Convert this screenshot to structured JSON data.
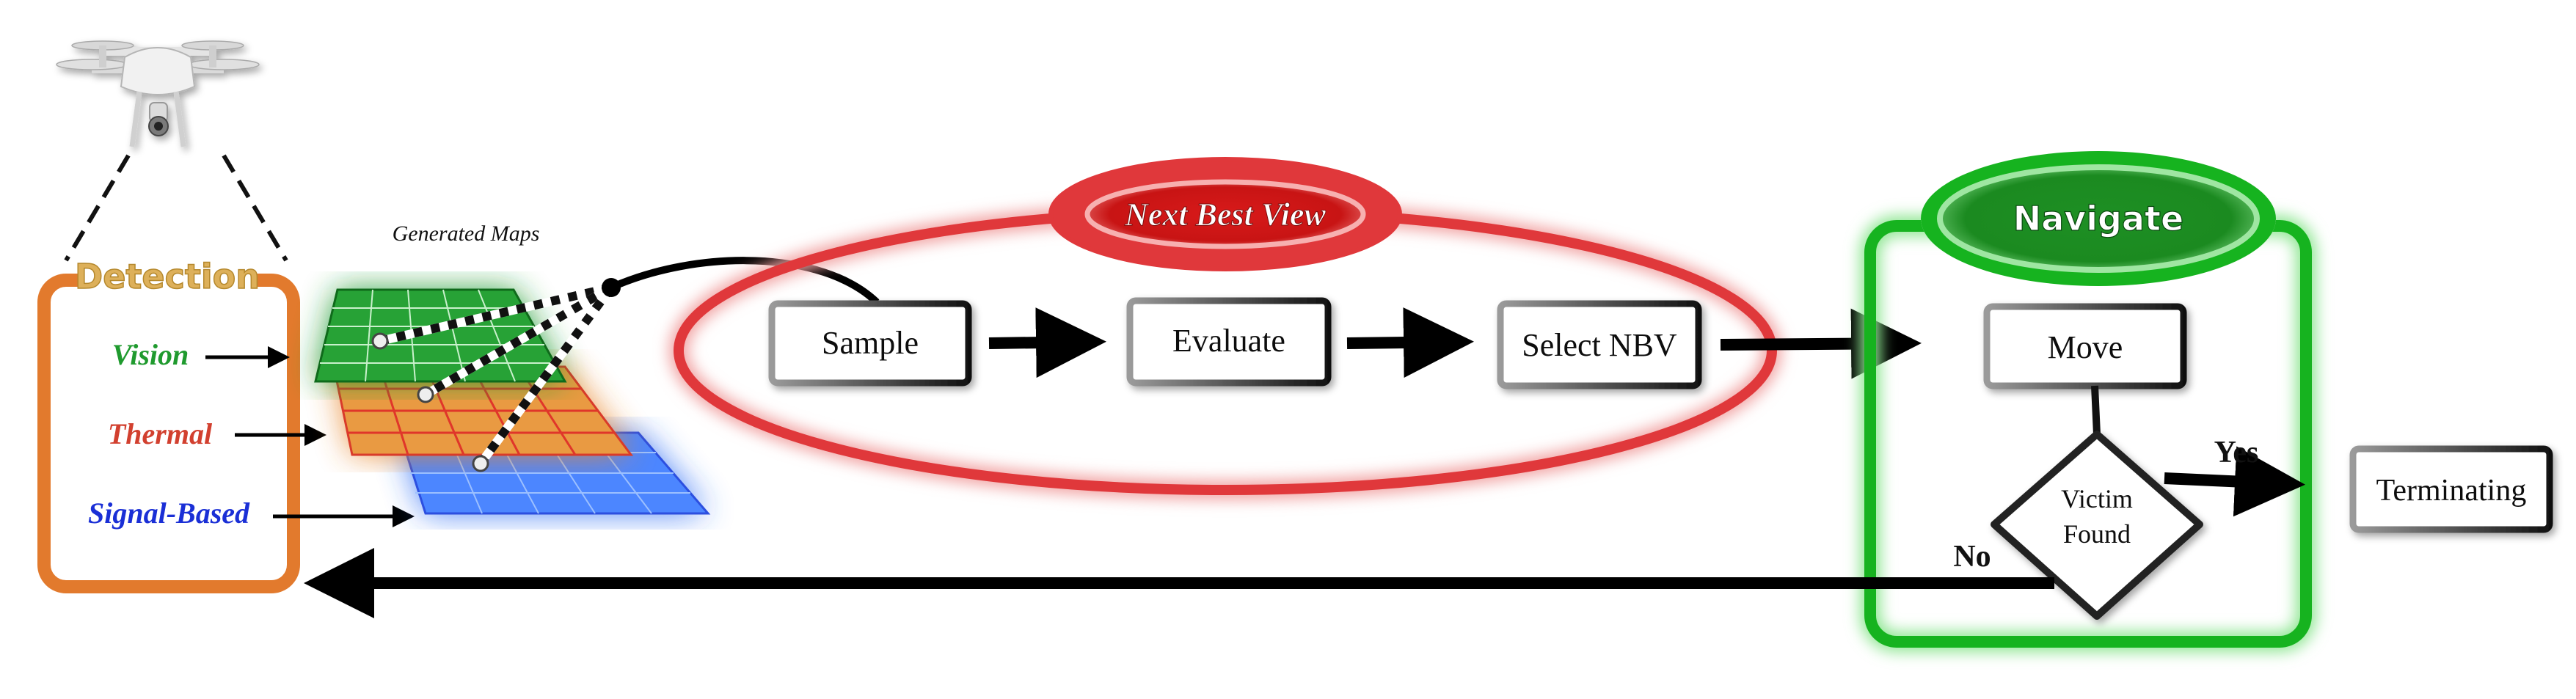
{
  "detection": {
    "title": "Detection",
    "modes": [
      {
        "label": "Vision",
        "color": "#1f9a2e"
      },
      {
        "label": "Thermal",
        "color": "#d2402f"
      },
      {
        "label": "Signal-Based",
        "color": "#1a2fd6"
      }
    ],
    "frame_color": "#e27a2d"
  },
  "maps": {
    "label": "Generated Maps",
    "layers": [
      {
        "name": "vision-map",
        "color": "#1f9a2e"
      },
      {
        "name": "thermal-map",
        "color": "#e8872d"
      },
      {
        "name": "signal-map",
        "color": "#2a6cf5"
      }
    ]
  },
  "nbv": {
    "title": "Next Best View",
    "color": "#e0383b",
    "steps": [
      "Sample",
      "Evaluate",
      "Select NBV"
    ]
  },
  "navigate": {
    "title": "Navigate",
    "color": "#16b31f",
    "move": "Move",
    "decision": {
      "line1": "Victim",
      "line2": "Found"
    },
    "yes_label": "Yes",
    "no_label": "No"
  },
  "terminating": "Terminating",
  "icons": {
    "drone": "drone-icon"
  }
}
